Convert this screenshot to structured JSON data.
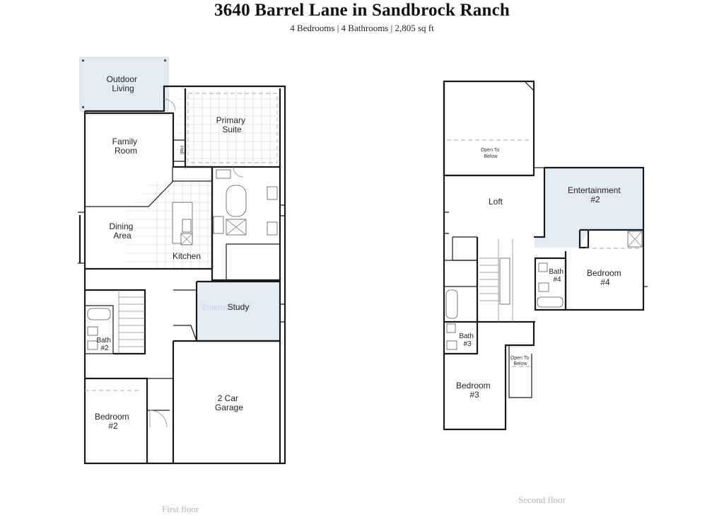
{
  "header": {
    "title": "3640 Barrel Lane in Sandbrock Ranch",
    "subtitle": "4 Bedrooms | 4 Bathrooms | 2,805 sq ft"
  },
  "colors": {
    "highlight_room": "#e3ebf5",
    "wall": "#1a1a1a",
    "caption": "#b5b5b5"
  },
  "first_floor": {
    "caption": "First floor",
    "rooms": {
      "outdoor_living": [
        "Outdoor",
        "Living"
      ],
      "primary_suite": [
        "Primary",
        "Suite"
      ],
      "family_room": [
        "Family",
        "Room"
      ],
      "dining_area": [
        "Dining",
        "Area"
      ],
      "kitchen": "Kitchen",
      "study": "Study",
      "study_ghost": "Entertainment",
      "bath_2": [
        "Bath",
        "#2"
      ],
      "bedroom_2": [
        "Bedroom",
        "#2"
      ],
      "garage": [
        "2 Car",
        "Garage"
      ],
      "hall": "Hall"
    }
  },
  "second_floor": {
    "caption": "Second floor",
    "rooms": {
      "open_to_below_top": [
        "Open To",
        "Below"
      ],
      "loft": "Loft",
      "entertainment_2": [
        "Entertainment",
        "#2"
      ],
      "bath_4": [
        "Bath",
        "#4"
      ],
      "bedroom_4": [
        "Bedroom",
        "#4"
      ],
      "bath_3": [
        "Bath",
        "#3"
      ],
      "bedroom_3": [
        "Bedroom",
        "#3"
      ],
      "open_to_below_stair": [
        "Open To",
        "Below"
      ]
    }
  }
}
